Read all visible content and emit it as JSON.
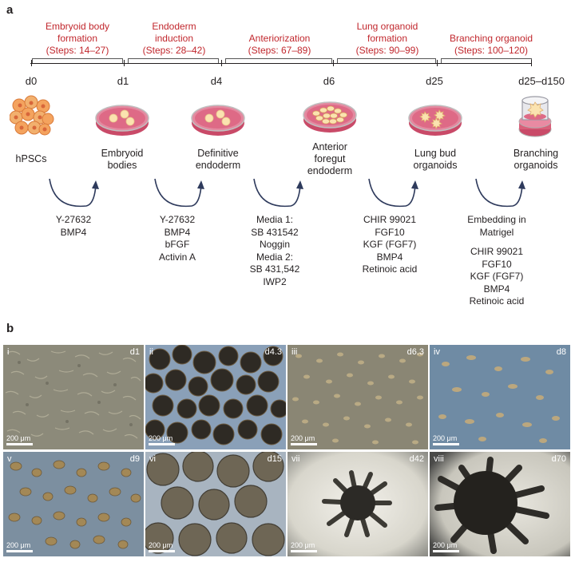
{
  "panel_a": {
    "letter": "a",
    "stages": [
      {
        "title_line1": "Embryoid body",
        "title_line2": "formation",
        "steps": "(Steps: 14–27)"
      },
      {
        "title_line1": "Endoderm",
        "title_line2": "induction",
        "steps": "(Steps: 28–42)"
      },
      {
        "title_line1": "Anteriorization",
        "title_line2": "",
        "steps": "(Steps: 67–89)"
      },
      {
        "title_line1": "Lung organoid",
        "title_line2": "formation",
        "steps": "(Steps: 90–99)"
      },
      {
        "title_line1": "Branching organoid",
        "title_line2": "",
        "steps": "(Steps: 100–120)"
      }
    ],
    "days": [
      "d0",
      "d1",
      "d4",
      "d6",
      "d25",
      "d25–d150"
    ],
    "cells": [
      {
        "lines": [
          "hPSCs"
        ]
      },
      {
        "lines": [
          "Embryoid",
          "bodies"
        ]
      },
      {
        "lines": [
          "Definitive",
          "endoderm"
        ]
      },
      {
        "lines": [
          "Anterior",
          "foregut",
          "endoderm"
        ]
      },
      {
        "lines": [
          "Lung bud",
          "organoids"
        ]
      },
      {
        "lines": [
          "Branching",
          "organoids"
        ]
      }
    ],
    "reagents": [
      [
        "Y-27632",
        "BMP4"
      ],
      [
        "Y-27632",
        "BMP4",
        "bFGF",
        "Activin A"
      ],
      [
        "Media 1:",
        "SB 431542",
        "Noggin",
        "Media 2:",
        "SB 431,542",
        "IWP2"
      ],
      [
        "CHIR 99021",
        "FGF10",
        "KGF (FGF7)",
        "BMP4",
        "Retinoic acid"
      ],
      [
        "Embedding in",
        "Matrigel",
        "",
        "CHIR 99021",
        "FGF10",
        "KGF (FGF7)",
        "BMP4",
        "Retinoic acid"
      ]
    ],
    "colors": {
      "stage_title": "#c1272d",
      "dish_fill": "#d9607a",
      "cell_orange": "#f0a05a",
      "organoid_cream": "#fbe3b0",
      "arrow": "#2e3a5c"
    }
  },
  "panel_b": {
    "letter": "b",
    "images": [
      {
        "roman": "i",
        "day": "d1",
        "scale": "200 μm"
      },
      {
        "roman": "ii",
        "day": "d4.3",
        "scale": "200 μm"
      },
      {
        "roman": "iii",
        "day": "d6.3",
        "scale": "200 μm"
      },
      {
        "roman": "iv",
        "day": "d8",
        "scale": "200 μm"
      },
      {
        "roman": "v",
        "day": "d9",
        "scale": "200 μm"
      },
      {
        "roman": "vi",
        "day": "d15",
        "scale": "200 μm"
      },
      {
        "roman": "vii",
        "day": "d42",
        "scale": "200 μm"
      },
      {
        "roman": "viii",
        "day": "d70",
        "scale": "200 μm"
      }
    ]
  }
}
